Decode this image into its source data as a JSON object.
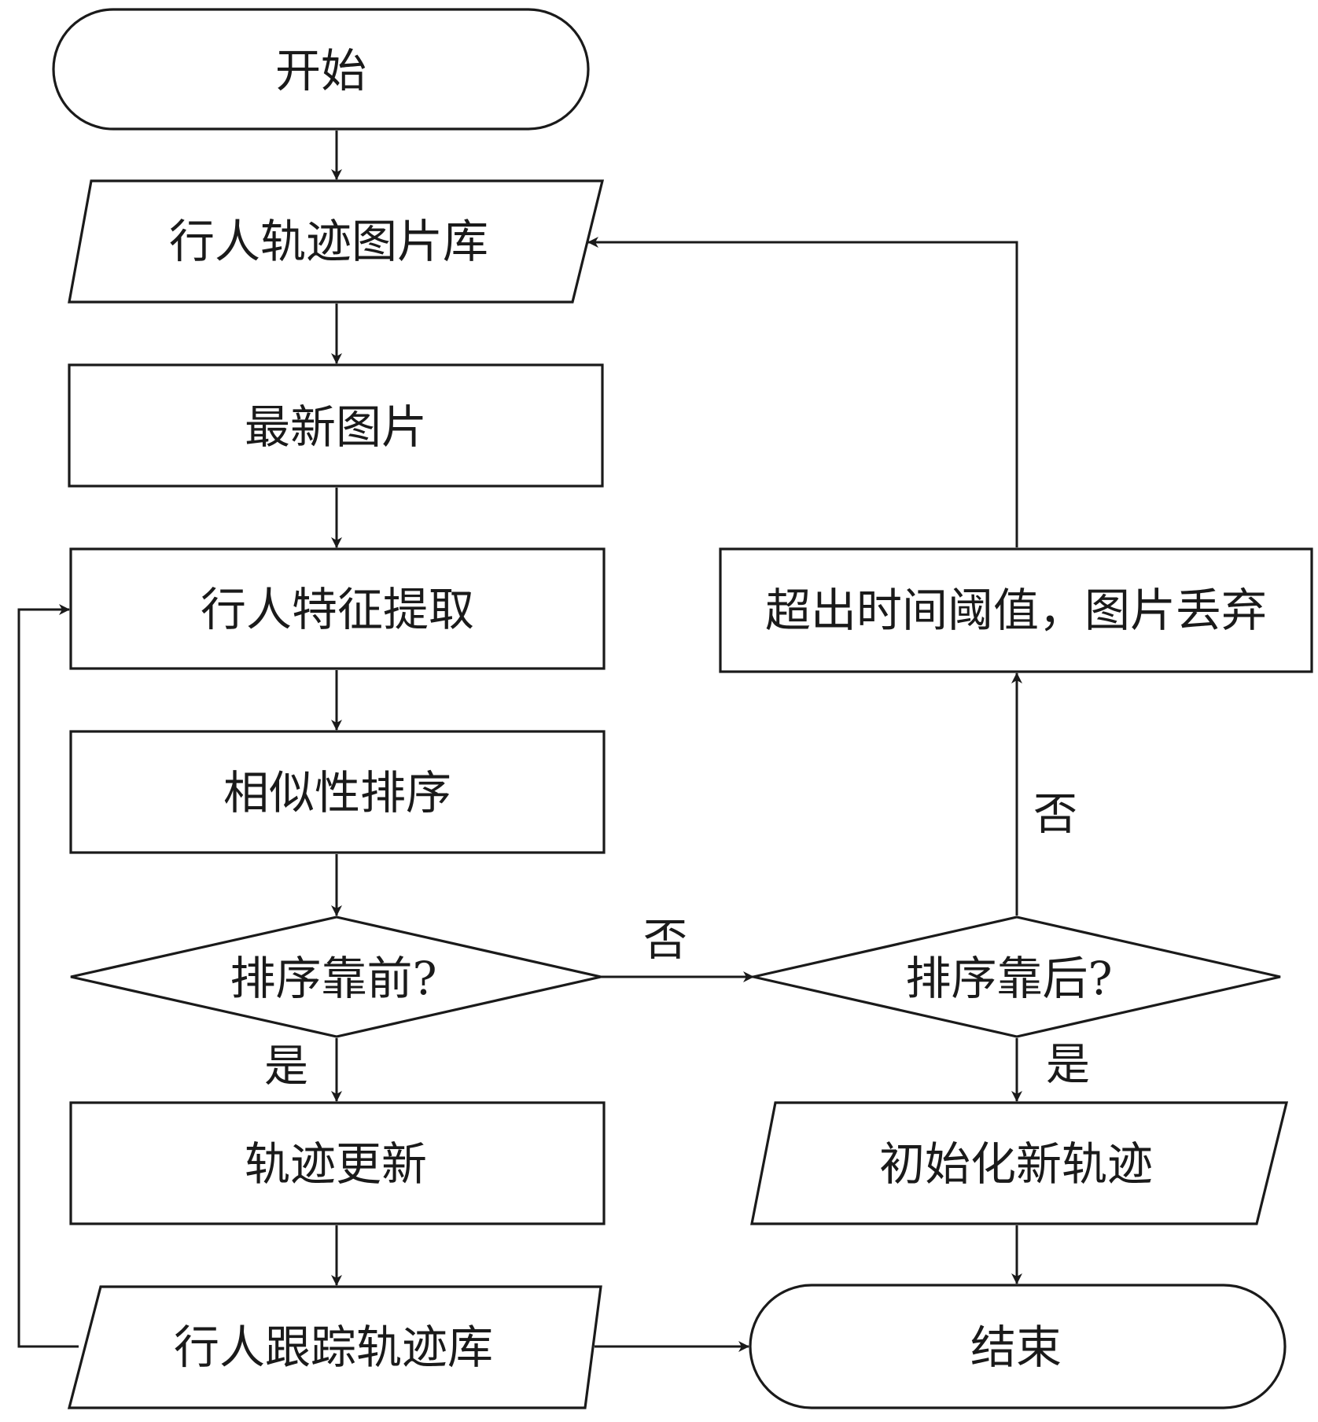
{
  "flowchart": {
    "nodes": {
      "start": "开始",
      "gallery": "行人轨迹图片库",
      "latest": "最新图片",
      "extract": "行人特征提取",
      "rank": "相似性排序",
      "ranked_front": "排序靠前?",
      "update": "轨迹更新",
      "track_db": "行人跟踪轨迹库",
      "ranked_back": "排序靠后?",
      "discard": "超出时间阈值，图片丢弃",
      "init_track": "初始化新轨迹",
      "end": "结束"
    },
    "edges": {
      "front_yes": "是",
      "front_no": "否",
      "back_yes": "是",
      "back_no": "否"
    }
  }
}
